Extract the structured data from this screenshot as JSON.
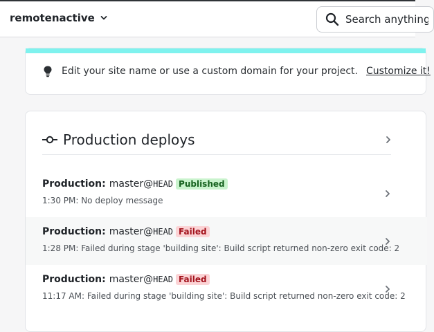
{
  "topbar": {
    "team_name": "remotenactive",
    "search_placeholder": "Search anything"
  },
  "tip": {
    "message": "Edit your site name or use a custom domain for your project.",
    "link_label": "Customize it!",
    "accent_color": "#7ff2ee"
  },
  "deploys": {
    "title": "Production deploys",
    "rows": [
      {
        "label": "Production:",
        "branch": "master",
        "at": "@",
        "ref": "HEAD",
        "status": "Published",
        "detail": "1:30 PM: No deploy message"
      },
      {
        "label": "Production:",
        "branch": "master",
        "at": "@",
        "ref": "HEAD",
        "status": "Failed",
        "detail": "1:28 PM: Failed during stage 'building site': Build script returned non-zero exit code: 2"
      },
      {
        "label": "Production:",
        "branch": "master",
        "at": "@",
        "ref": "HEAD",
        "status": "Failed",
        "detail": "11:17 AM: Failed during stage 'building site': Build script returned non-zero exit code: 2"
      }
    ]
  },
  "colors": {
    "published_bg": "#c9f3cd",
    "published_text": "#16621f",
    "failed_bg": "#fbd3d5",
    "failed_text": "#a3131d"
  },
  "icons": {
    "team_chevron": "chevron-down-icon",
    "search": "search-icon",
    "tip": "lightbulb-icon",
    "header": "git-commit-icon",
    "row_chevron": "chevron-right-icon"
  }
}
